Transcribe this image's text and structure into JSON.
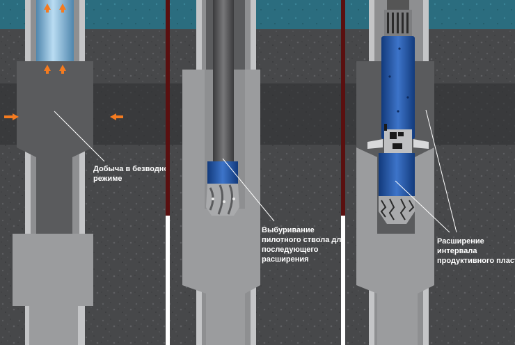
{
  "panels": [
    {
      "id": "production",
      "label_lines": [
        "Добыча в безводном",
        "режиме"
      ]
    },
    {
      "id": "pilot-drilling",
      "label_lines": [
        "Выбуривание",
        "пилотного ствола для",
        "последующего",
        "расширения"
      ]
    },
    {
      "id": "reaming",
      "label_lines": [
        "Расширение",
        "интервала",
        "продуктивного пласта"
      ]
    }
  ],
  "colors": {
    "rock": "#4a4b4d",
    "water_zone": "#2a6e80",
    "casing": "#8c8d8f",
    "cement": "#c3c4c6",
    "pipe": "#6fa9cf",
    "tool_blue": "#1c4fa0",
    "flow_arrow": "#f47b20",
    "divider_red": "#5a1010",
    "label_text": "#ffffff"
  },
  "icons": [
    "flow-arrow-icon",
    "drill-bit-icon",
    "reamer-cutter-icon"
  ]
}
